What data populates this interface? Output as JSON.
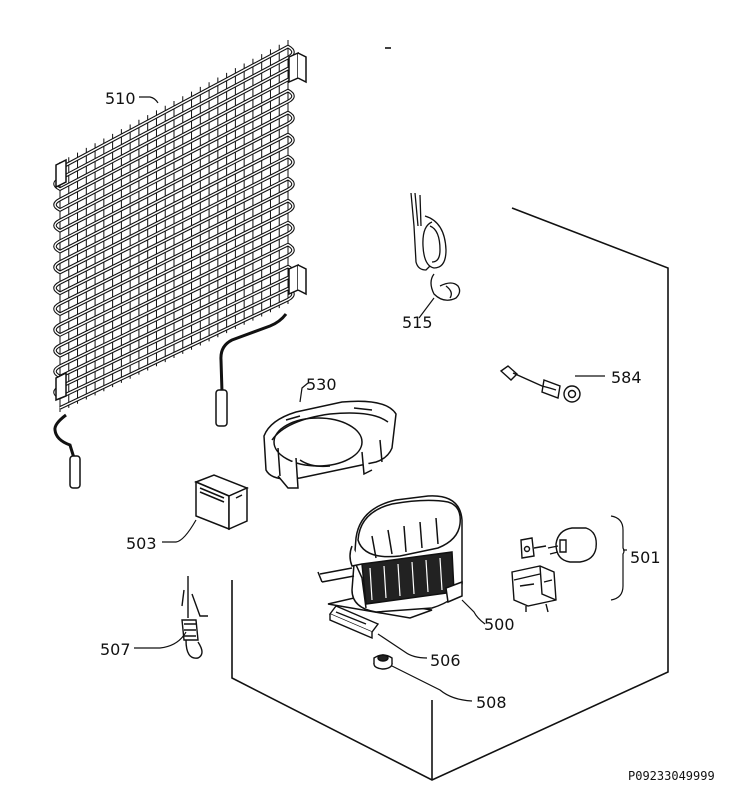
{
  "diagram": {
    "reference_code": "P09233049999",
    "parts": [
      {
        "id": "510",
        "label": "510",
        "icon": "condenser-icon"
      },
      {
        "id": "515",
        "label": "515",
        "icon": "heater-coil-icon"
      },
      {
        "id": "530",
        "label": "530",
        "icon": "drip-tray-icon"
      },
      {
        "id": "584",
        "label": "584",
        "icon": "sensor-probe-icon"
      },
      {
        "id": "503",
        "label": "503",
        "icon": "capacitor-icon"
      },
      {
        "id": "501",
        "label": "501",
        "icon": "relay-starter-icon"
      },
      {
        "id": "500",
        "label": "500",
        "icon": "compressor-icon"
      },
      {
        "id": "507",
        "label": "507",
        "icon": "service-valve-icon"
      },
      {
        "id": "506",
        "label": "506",
        "icon": "mounting-plate-icon"
      },
      {
        "id": "508",
        "label": "508",
        "icon": "grommet-icon"
      }
    ]
  }
}
